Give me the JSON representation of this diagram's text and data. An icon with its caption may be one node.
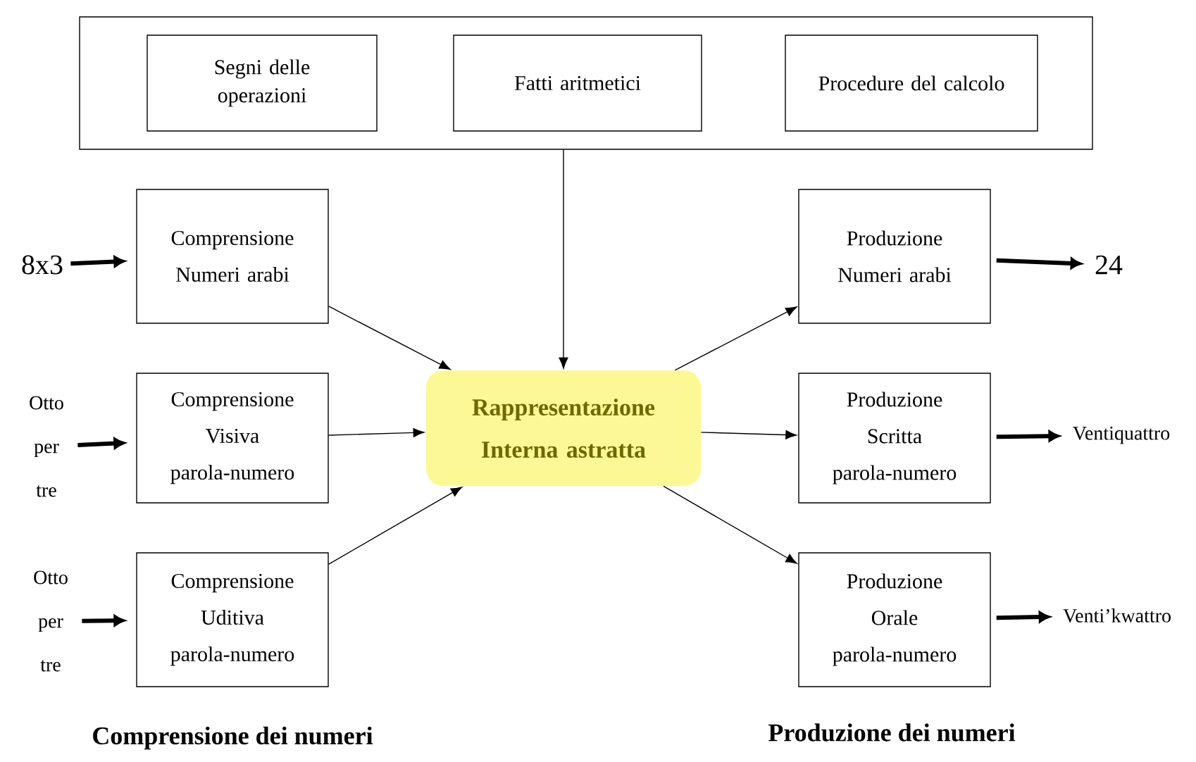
{
  "diagram": {
    "nodes": [
      {
        "text": [],
        "shape": "box"
      },
      {
        "text": [
          "Segni delle operazioni"
        ],
        "in": 0
      },
      {
        "text": [
          "Fatti aritmetici"
        ],
        "in": 0
      },
      {
        "text": [
          "Procedure del calcolo"
        ],
        "in": 0
      },
      {
        "text": [
          "8x3"
        ]
      },
      {
        "text": [
          "Comprensione Numeri arabi"
        ]
      },
      {
        "text": [
          "Otto per tre"
        ]
      },
      {
        "text": [
          "Comprensione Visiva parola-numero"
        ]
      },
      {
        "text": [
          "Otto per tre"
        ]
      },
      {
        "text": [
          "Comprensione Uditiva parola-numero"
        ]
      },
      {
        "text": [
          "Rappresentazione Interna astratta"
        ]
      },
      {
        "text": [
          "Produzione Numeri arabi"
        ]
      },
      {
        "text": [
          "24"
        ]
      },
      {
        "text": [
          "Produzione Scritta parola-numero"
        ]
      },
      {
        "text": [
          "Ventiquattro"
        ]
      },
      {
        "text": [
          "Produzione Orale parola-numero"
        ]
      },
      {
        "text": [
          "Venti’kwattro"
        ]
      }
    ],
    "edges": [
      {
        "from": 0,
        "to": 10,
        "arrow": "to"
      },
      {
        "from": 4,
        "to": 5,
        "arrow": "to",
        "style": "thick"
      },
      {
        "from": 5,
        "to": 10,
        "arrow": "to"
      },
      {
        "from": 10,
        "to": 11,
        "arrow": "to"
      },
      {
        "from": 11,
        "to": 12,
        "arrow": "to",
        "style": "thick"
      },
      {
        "from": 6,
        "to": 7,
        "arrow": "to",
        "style": "thick"
      },
      {
        "from": 7,
        "to": 10,
        "arrow": "to"
      },
      {
        "from": 10,
        "to": 13,
        "arrow": "to"
      },
      {
        "from": 13,
        "to": 14,
        "arrow": "to",
        "style": "thick"
      },
      {
        "from": 8,
        "to": 9,
        "arrow": "to",
        "style": "thick"
      },
      {
        "from": 9,
        "to": 10,
        "arrow": "to"
      },
      {
        "from": 10,
        "to": 15,
        "arrow": "to"
      },
      {
        "from": 15,
        "to": 16,
        "arrow": "to",
        "style": "thick"
      }
    ],
    "labels": [
      "Comprensione dei numeri",
      "Produzione dei numeri"
    ]
  }
}
